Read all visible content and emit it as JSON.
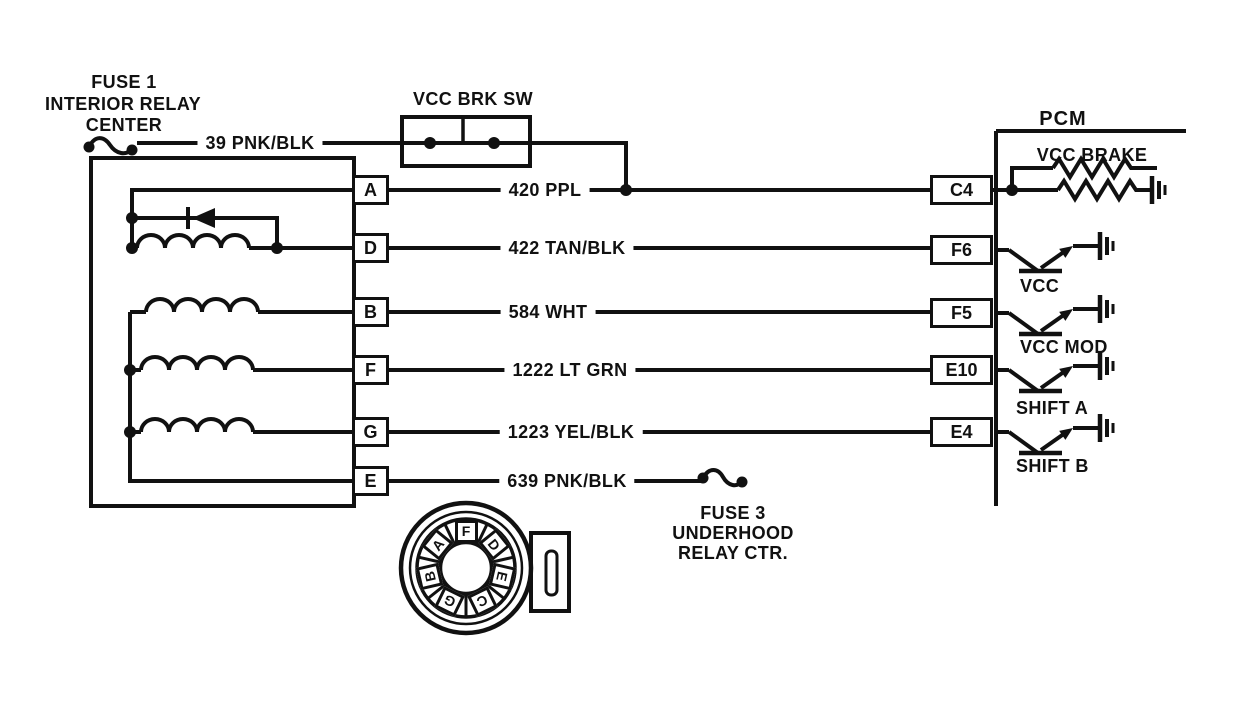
{
  "fuse1": {
    "lines": [
      "FUSE 1",
      "INTERIOR RELAY",
      "CENTER"
    ],
    "wire": "39 PNK/BLK"
  },
  "brake_switch": {
    "label": "VCC BRK SW"
  },
  "pcm": {
    "title": "PCM",
    "vcc_brake": "VCC BRAKE"
  },
  "rows": [
    {
      "pin": "A",
      "wire": "420 PPL",
      "pcm_pin": "C4"
    },
    {
      "pin": "D",
      "wire": "422 TAN/BLK",
      "pcm_pin": "F6",
      "driver": "VCC"
    },
    {
      "pin": "B",
      "wire": "584 WHT",
      "pcm_pin": "F5",
      "driver": "VCC MOD"
    },
    {
      "pin": "F",
      "wire": "1222 LT GRN",
      "pcm_pin": "E10",
      "driver": "SHIFT A"
    },
    {
      "pin": "G",
      "wire": "1223 YEL/BLK",
      "pcm_pin": "E4",
      "driver": "SHIFT B"
    },
    {
      "pin": "E",
      "wire": "639 PNK/BLK"
    }
  ],
  "fuse3": {
    "lines": [
      "FUSE 3",
      "UNDERHOOD",
      "RELAY CTR."
    ]
  },
  "connector": {
    "pins": [
      "F",
      "D",
      "E",
      "C",
      "G",
      "B",
      "A"
    ]
  },
  "colors": {
    "ink": "#111111",
    "paper": "#ffffff"
  }
}
